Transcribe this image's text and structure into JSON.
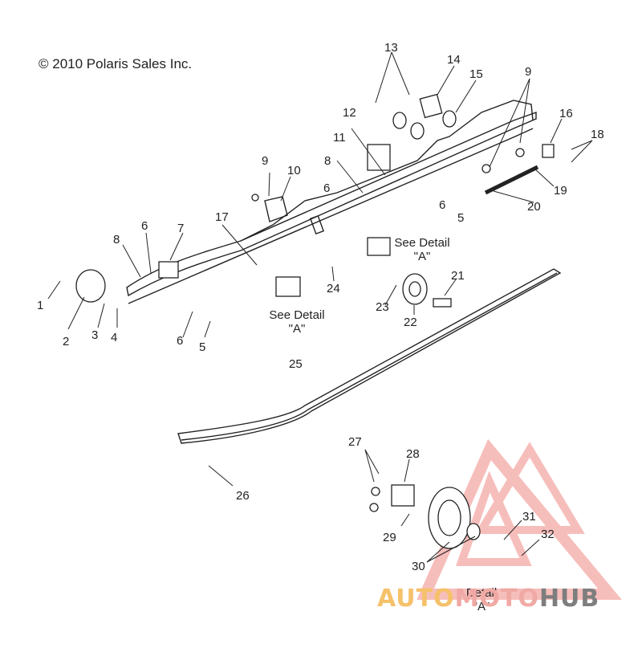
{
  "copyright": "© 2010 Polaris Sales Inc.",
  "callouts": [
    "1",
    "2",
    "3",
    "4",
    "5",
    "5",
    "6",
    "6",
    "6",
    "6",
    "7",
    "8",
    "8",
    "9",
    "9",
    "10",
    "11",
    "12",
    "13",
    "14",
    "15",
    "16",
    "17",
    "18",
    "19",
    "20",
    "21",
    "22",
    "23",
    "24",
    "25",
    "26",
    "27",
    "28",
    "29",
    "30",
    "31",
    "32"
  ],
  "notes": {
    "see_detail_1": "See Detail",
    "see_detail_1b": "\"A\"",
    "see_detail_2": "See Detail",
    "see_detail_2b": "\"A\"",
    "detail_a_1": "Detail",
    "detail_a_2": "\"A\""
  },
  "watermark": {
    "part1": "AUTO",
    "part2": "MOTO",
    "part3": "HUB",
    "colors": {
      "auto": "#f5c16a",
      "moto": "#f0a9a4",
      "hub": "#7e7e7e",
      "logo": "#f08a84"
    }
  }
}
